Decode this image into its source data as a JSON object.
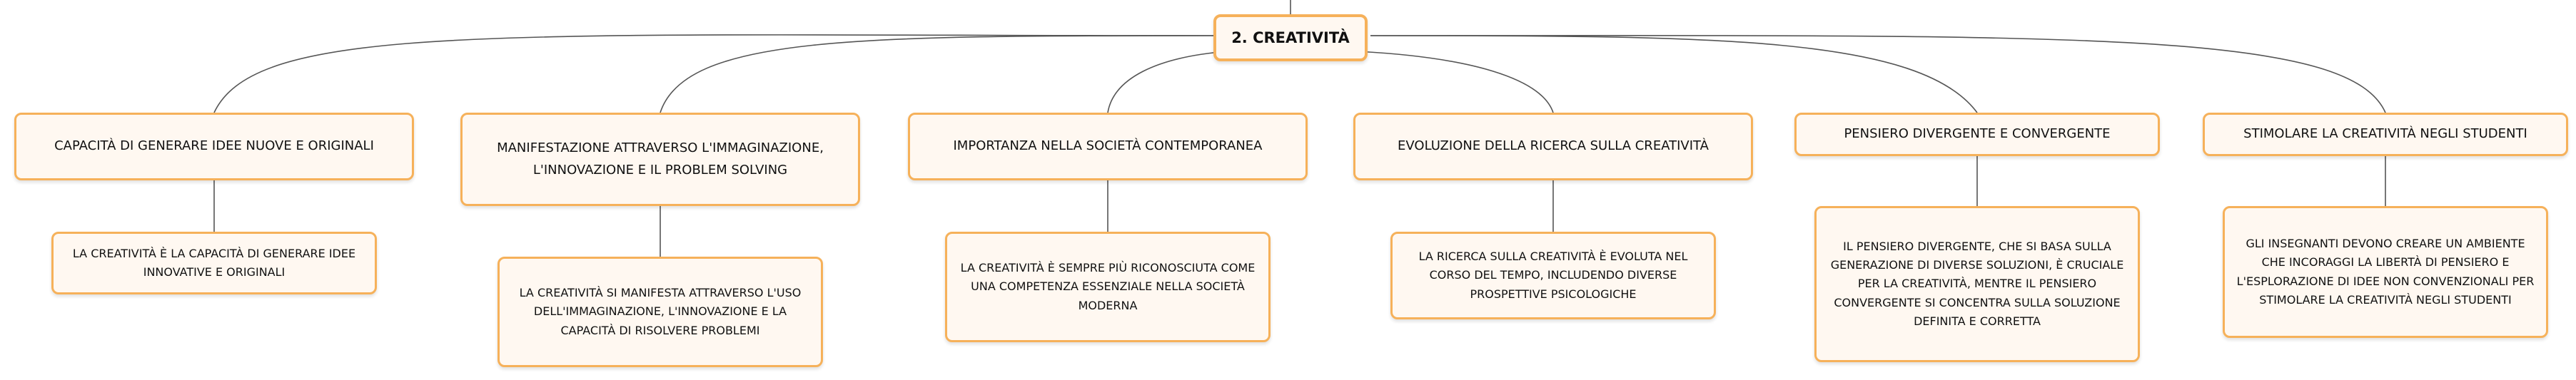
{
  "map": {
    "root": "2. CREATIVITÀ",
    "branches": [
      {
        "title": "CAPACITÀ DI GENERARE IDEE NUOVE E ORIGINALI",
        "detail": "LA CREATIVITÀ È LA CAPACITÀ DI GENERARE IDEE INNOVATIVE E ORIGINALI"
      },
      {
        "title": "MANIFESTAZIONE ATTRAVERSO L'IMMAGINAZIONE, L'INNOVAZIONE E IL PROBLEM SOLVING",
        "detail": "LA CREATIVITÀ SI MANIFESTA ATTRAVERSO L'USO DELL'IMMAGINAZIONE, L'INNOVAZIONE E LA CAPACITÀ DI RISOLVERE PROBLEMI"
      },
      {
        "title": "IMPORTANZA NELLA SOCIETÀ CONTEMPORANEA",
        "detail": "LA CREATIVITÀ È SEMPRE PIÙ RICONOSCIUTA COME UNA COMPETENZA ESSENZIALE NELLA SOCIETÀ MODERNA"
      },
      {
        "title": "EVOLUZIONE DELLA RICERCA SULLA CREATIVITÀ",
        "detail": "LA RICERCA SULLA CREATIVITÀ È EVOLUTA NEL CORSO DEL TEMPO, INCLUDENDO DIVERSE PROSPETTIVE PSICOLOGICHE"
      },
      {
        "title": "PENSIERO DIVERGENTE E CONVERGENTE",
        "detail": "IL PENSIERO DIVERGENTE, CHE SI BASA SULLA GENERAZIONE DI DIVERSE SOLUZIONI, È CRUCIALE PER LA CREATIVITÀ, MENTRE IL PENSIERO CONVERGENTE SI CONCENTRA SULLA SOLUZIONE DEFINITA E CORRETTA"
      },
      {
        "title": "STIMOLARE LA CREATIVITÀ NEGLI STUDENTI",
        "detail": "GLI INSEGNANTI DEVONO CREARE UN AMBIENTE CHE INCORAGGI LA LIBERTÀ DI PENSIERO E L'ESPLORAZIONE DI IDEE NON CONVENZIONALI PER STIMOLARE LA CREATIVITÀ NEGLI STUDENTI"
      }
    ],
    "colors": {
      "node_border": "#f6b15a",
      "node_fill": "#fff8f1",
      "connector": "#555555",
      "text": "#111111"
    }
  }
}
